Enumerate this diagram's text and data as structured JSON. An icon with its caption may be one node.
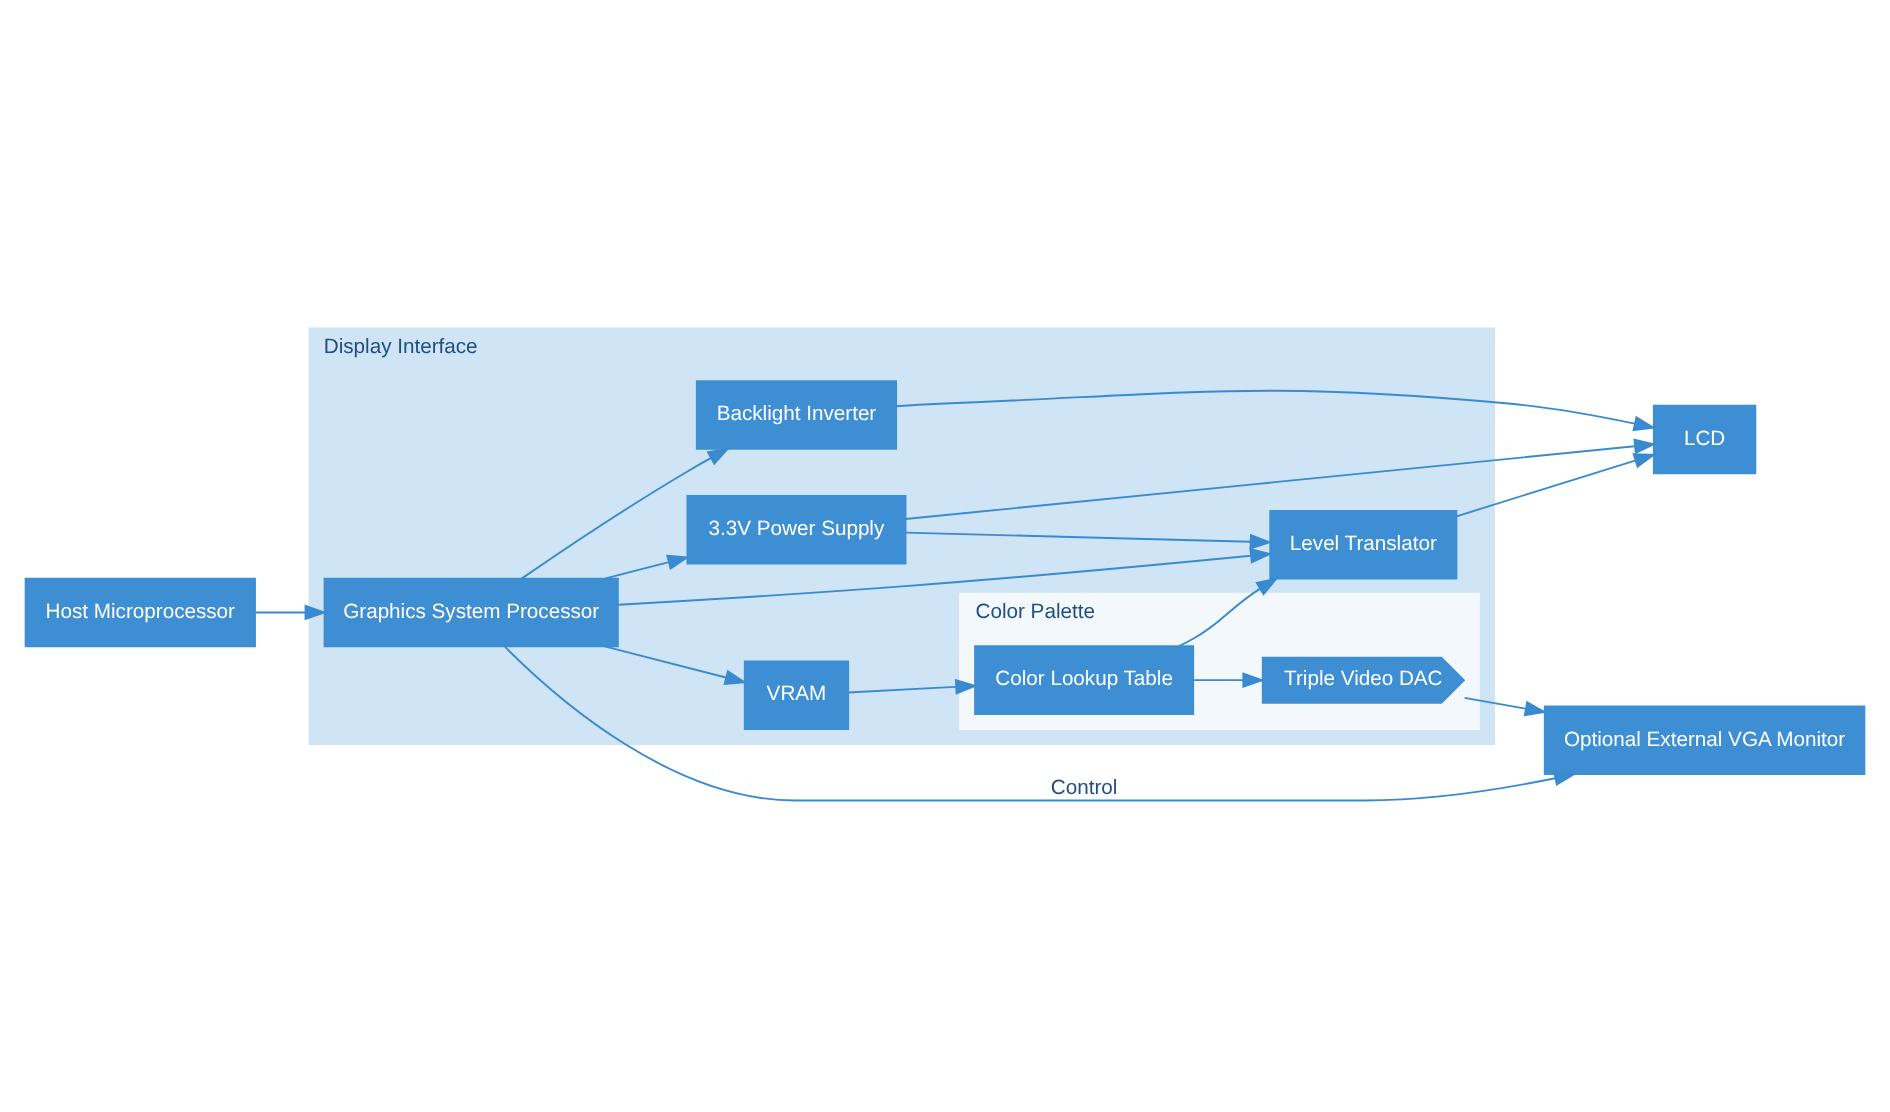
{
  "diagram": {
    "nodes": [
      {
        "text": [
          "Display Interface"
        ]
      },
      {
        "text": [
          "Color Palette"
        ],
        "in": 0
      },
      {
        "text": [
          "Host Microprocessor"
        ]
      },
      {
        "text": [
          "Graphics System Processor"
        ],
        "in": 0
      },
      {
        "text": [
          "VRAM"
        ],
        "in": 0
      },
      {
        "text": [
          "Color Lookup Table"
        ],
        "in": 1
      },
      {
        "text": [
          "Triple Video DAC"
        ],
        "in": 1
      },
      {
        "text": [
          "Optional External VGA Monitor"
        ]
      },
      {
        "text": [
          "Level Translator"
        ],
        "in": 0
      },
      {
        "text": [
          "3.3V Power Supply"
        ],
        "in": 0
      },
      {
        "text": [
          "Backlight Inverter"
        ],
        "in": 0
      },
      {
        "text": [
          "LCD"
        ]
      }
    ],
    "edges": [
      {
        "from": 2,
        "to": 3,
        "arrow": "to"
      },
      {
        "from": 3,
        "to": 4,
        "arrow": "to"
      },
      {
        "from": 4,
        "to": 5,
        "arrow": "to"
      },
      {
        "from": 5,
        "to": 6,
        "arrow": "to"
      },
      {
        "from": 6,
        "to": 7,
        "arrow": "to"
      },
      {
        "from": 5,
        "to": 8,
        "arrow": "to"
      },
      {
        "from": 3,
        "to": 7,
        "arrow": "to",
        "label": "Control"
      },
      {
        "from": 3,
        "to": 8,
        "arrow": "to"
      },
      {
        "from": 3,
        "to": 9,
        "arrow": "to"
      },
      {
        "from": 3,
        "to": 10,
        "arrow": "to"
      },
      {
        "from": 9,
        "to": 11,
        "arrow": "to"
      },
      {
        "from": 9,
        "to": 8,
        "arrow": "to"
      },
      {
        "from": 8,
        "to": 11,
        "arrow": "to"
      },
      {
        "from": 10,
        "to": 11,
        "arrow": "to"
      }
    ]
  }
}
